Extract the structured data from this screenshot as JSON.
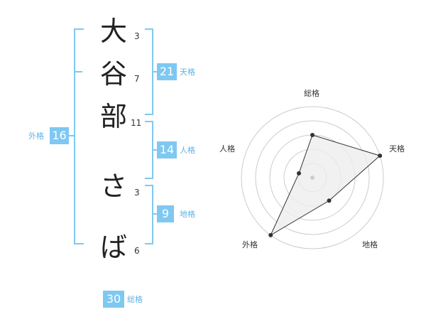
{
  "name": {
    "chars": [
      {
        "char": "大",
        "strokes": "3"
      },
      {
        "char": "谷",
        "strokes": "7"
      },
      {
        "char": "部",
        "strokes": "11"
      },
      {
        "char": "さ",
        "strokes": "3"
      },
      {
        "char": "ば",
        "strokes": "6"
      }
    ]
  },
  "fortunes": {
    "tenkaku": {
      "label": "天格",
      "value": "21"
    },
    "jinkaku": {
      "label": "人格",
      "value": "14"
    },
    "chikaku": {
      "label": "地格",
      "value": "9"
    },
    "gaikaku": {
      "label": "外格",
      "value": "16"
    },
    "soukaku": {
      "label": "総格",
      "value": "30"
    }
  },
  "radar": {
    "axes": [
      "総格",
      "天格",
      "地格",
      "外格",
      "人格"
    ],
    "levels": [
      1,
      5
    ],
    "values": [
      3,
      5,
      2,
      5,
      1
    ],
    "colors": {
      "ring": "#cccccc",
      "fill": "#eeeeee",
      "line": "#333333",
      "point": "#333333",
      "center": "#cccccc"
    }
  }
}
